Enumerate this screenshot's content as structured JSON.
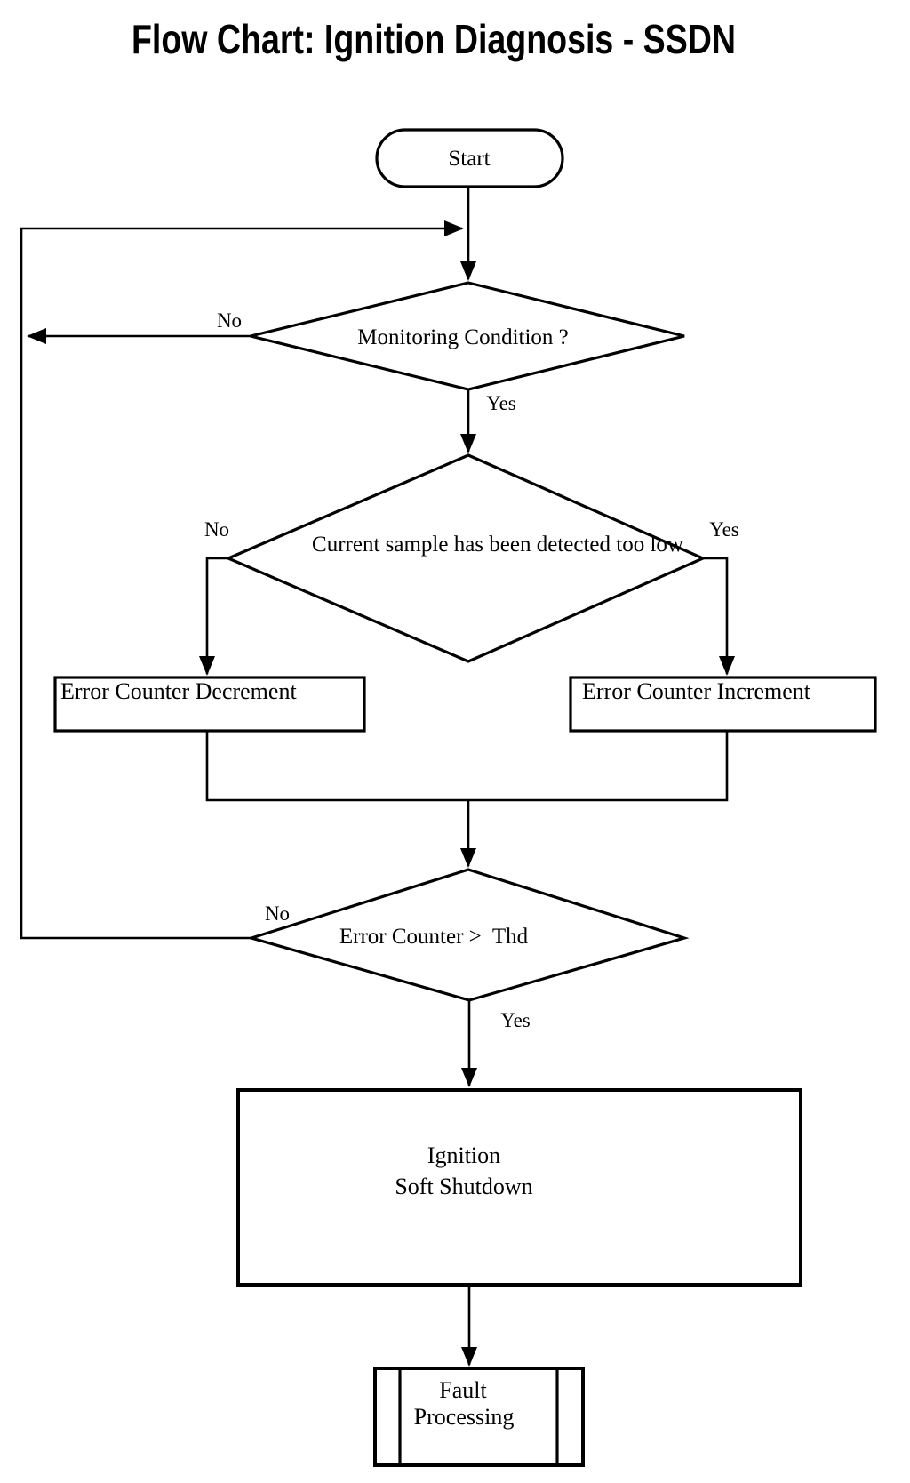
{
  "title": "Flow Chart: Ignition Diagnosis - SSDN",
  "colors": {
    "line": "#000000",
    "text": "#000000",
    "background": "#ffffff"
  },
  "flowchart": {
    "nodes": {
      "start": {
        "type": "terminator",
        "label": "Start"
      },
      "monitoring_condition": {
        "type": "decision",
        "label": "Monitoring Condition ?"
      },
      "current_sample_low": {
        "type": "decision",
        "label": "Current sample has been detected too low"
      },
      "error_counter_decrement": {
        "type": "process",
        "label": "Error Counter Decrement"
      },
      "error_counter_increment": {
        "type": "process",
        "label": "Error Counter Increment"
      },
      "error_counter_threshold": {
        "type": "decision",
        "label": "Error Counter >  Thd"
      },
      "ignition_soft_shutdown": {
        "type": "process",
        "label_line1": "Ignition",
        "label_line2": "Soft Shutdown"
      },
      "fault_processing": {
        "type": "predefined_process",
        "label_line1": "Fault",
        "label_line2": "Processing"
      }
    },
    "edges": [
      {
        "from": "start",
        "to": "monitoring_condition",
        "label": ""
      },
      {
        "from": "monitoring_condition",
        "to": "monitoring_condition",
        "label": "No"
      },
      {
        "from": "monitoring_condition",
        "to": "current_sample_low",
        "label": "Yes"
      },
      {
        "from": "current_sample_low",
        "to": "error_counter_decrement",
        "label": "No"
      },
      {
        "from": "current_sample_low",
        "to": "error_counter_increment",
        "label": "Yes"
      },
      {
        "from": "error_counter_decrement",
        "to": "error_counter_threshold",
        "label": ""
      },
      {
        "from": "error_counter_increment",
        "to": "error_counter_threshold",
        "label": ""
      },
      {
        "from": "error_counter_threshold",
        "to": "monitoring_condition",
        "label": "No"
      },
      {
        "from": "error_counter_threshold",
        "to": "ignition_soft_shutdown",
        "label": "Yes"
      },
      {
        "from": "ignition_soft_shutdown",
        "to": "fault_processing",
        "label": ""
      }
    ]
  }
}
